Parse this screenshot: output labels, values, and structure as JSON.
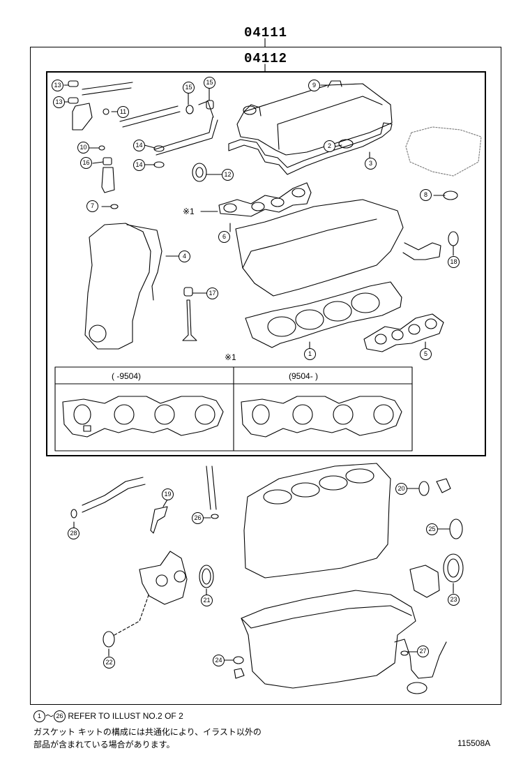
{
  "header": {
    "outer_code": "04111",
    "inner_code": "04112"
  },
  "ref_mark": "※1",
  "variants": {
    "left": "(      -9504)",
    "right": "(9504-      )"
  },
  "callouts": [
    "1",
    "2",
    "3",
    "4",
    "5",
    "6",
    "7",
    "8",
    "9",
    "10",
    "11",
    "12",
    "13",
    "13",
    "14",
    "14",
    "15",
    "15",
    "16",
    "17",
    "18",
    "19",
    "20",
    "21",
    "22",
    "23",
    "24",
    "25",
    "26",
    "27",
    "28"
  ],
  "footer": {
    "refer_prefix_a": "1",
    "refer_tilde": "～",
    "refer_prefix_b": "26",
    "refer_text": "REFER TO ILLUST NO.2 OF 2",
    "jp_line1": "ガスケット キットの構成には共通化により、イラスト以外の",
    "jp_line2": "部品が含まれている場合があります。",
    "drawing_no": "115508A"
  }
}
